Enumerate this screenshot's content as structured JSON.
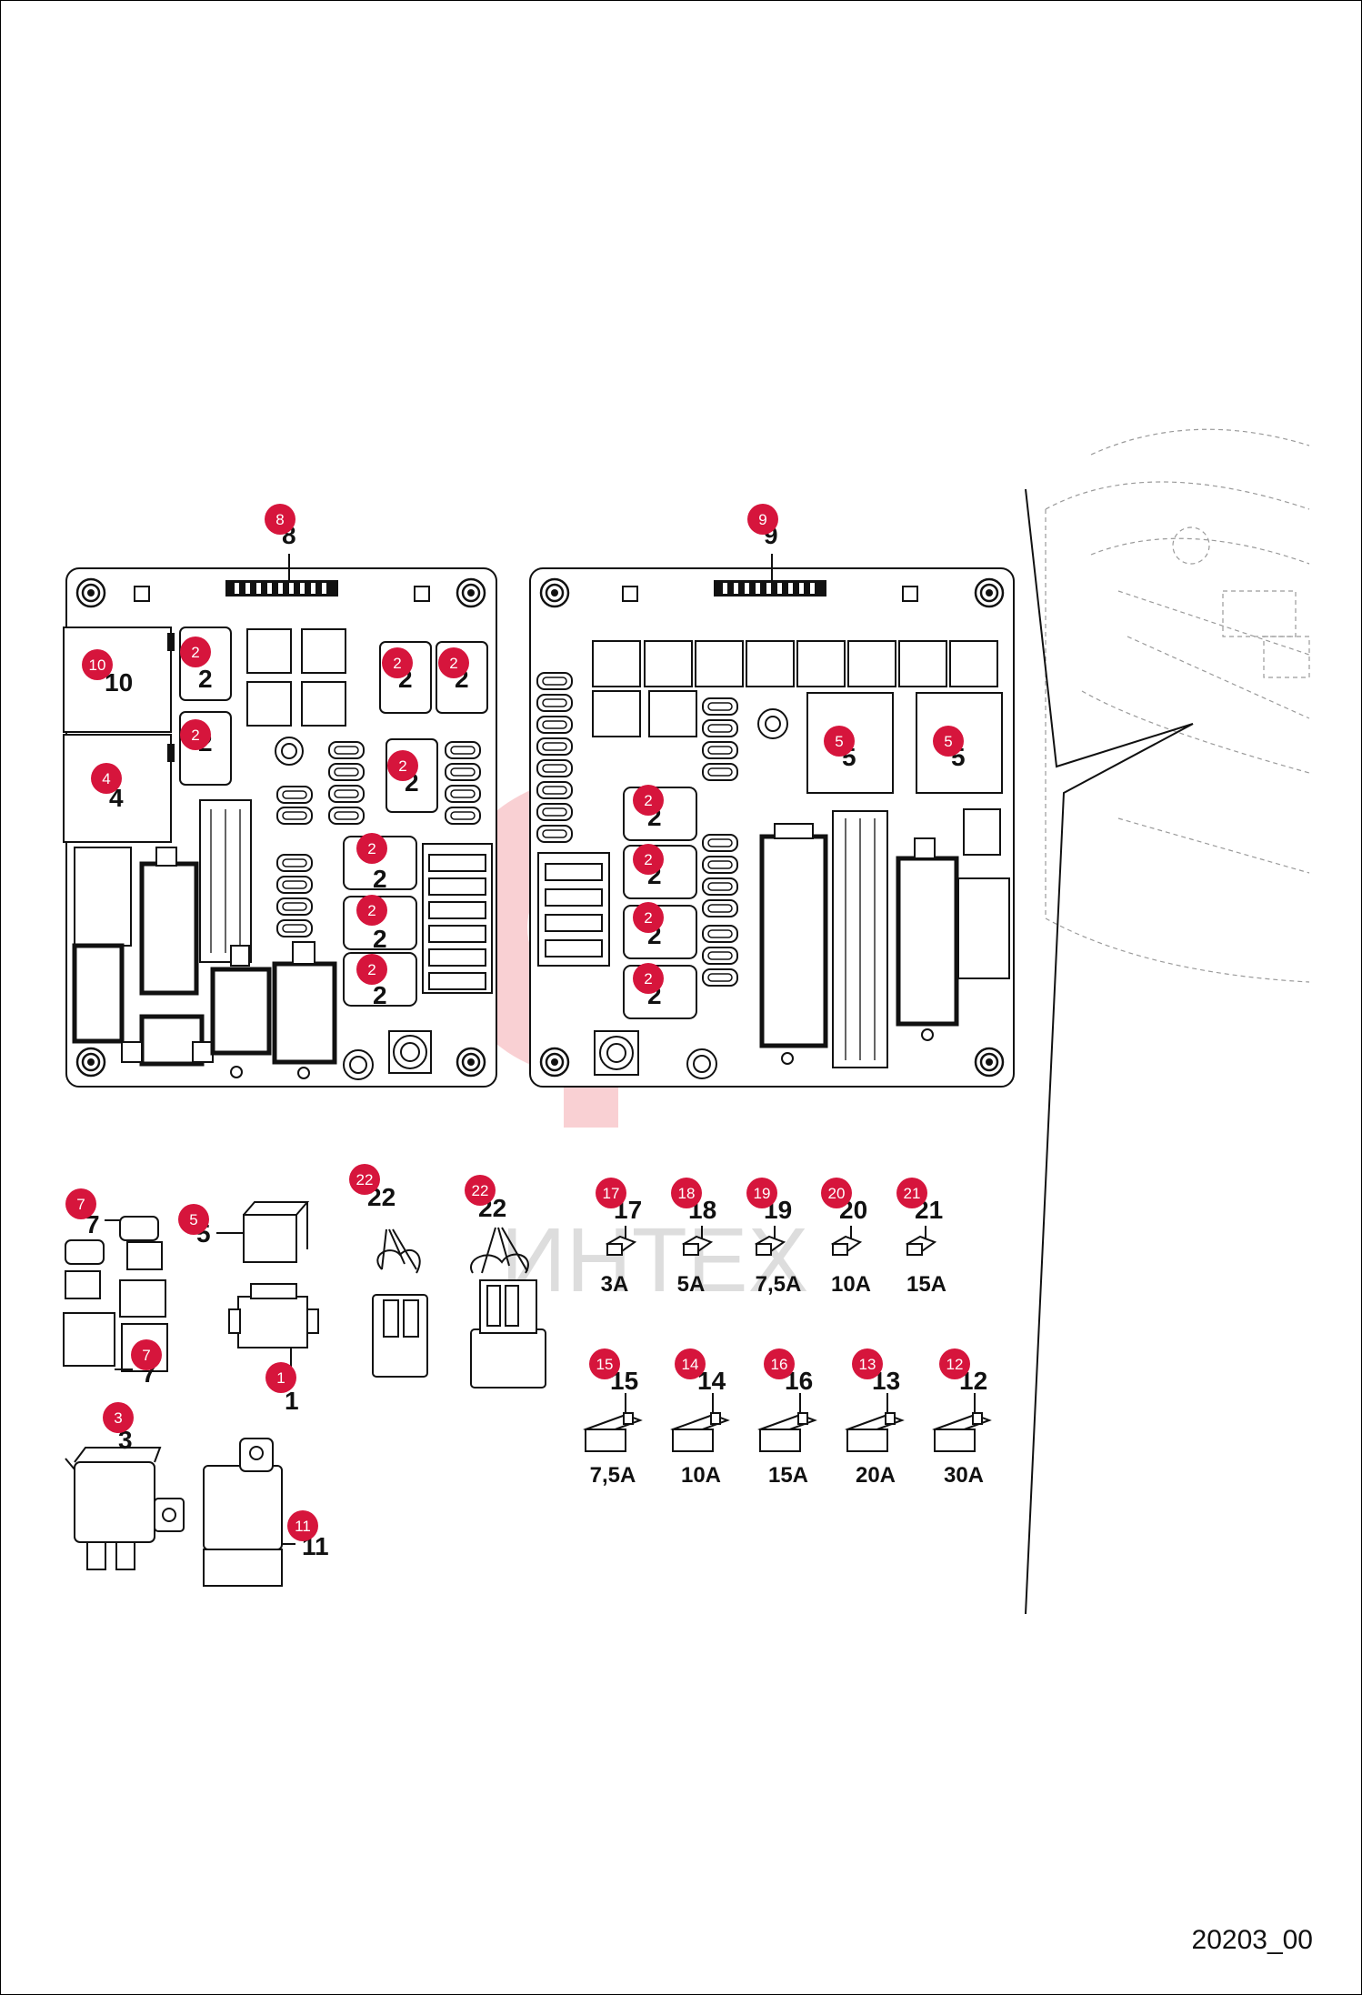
{
  "diagram": {
    "drawing_code": "20203_00",
    "watermark": "ИНТЕХ",
    "colors": {
      "badge": "#d6153c",
      "badge_text": "#ffffff",
      "line": "#111111",
      "watermark_red": "#e8303c",
      "watermark_text": "#bdbdbd"
    },
    "callouts": [
      {
        "badge": "8",
        "label": "8"
      },
      {
        "badge": "9",
        "label": "9"
      },
      {
        "badge": "10",
        "label": "10"
      },
      {
        "badge": "4",
        "label": "4"
      },
      {
        "badge": "2",
        "label": "2"
      },
      {
        "badge": "5",
        "label": "5"
      },
      {
        "badge": "7",
        "label": "7"
      },
      {
        "badge": "1",
        "label": "1"
      },
      {
        "badge": "3",
        "label": "3"
      },
      {
        "badge": "11",
        "label": "11"
      },
      {
        "badge": "22",
        "label": "22"
      }
    ],
    "mini_fuses": [
      {
        "badge": "17",
        "label": "17",
        "rating": "3A"
      },
      {
        "badge": "18",
        "label": "18",
        "rating": "5A"
      },
      {
        "badge": "19",
        "label": "19",
        "rating": "7,5A"
      },
      {
        "badge": "20",
        "label": "20",
        "rating": "10A"
      },
      {
        "badge": "21",
        "label": "21",
        "rating": "15A"
      }
    ],
    "maxi_fuses": [
      {
        "badge": "15",
        "label": "15",
        "rating": "7,5A"
      },
      {
        "badge": "14",
        "label": "14",
        "rating": "10A"
      },
      {
        "badge": "16",
        "label": "16",
        "rating": "15A"
      },
      {
        "badge": "13",
        "label": "13",
        "rating": "20A"
      },
      {
        "badge": "12",
        "label": "12",
        "rating": "30A"
      }
    ]
  }
}
